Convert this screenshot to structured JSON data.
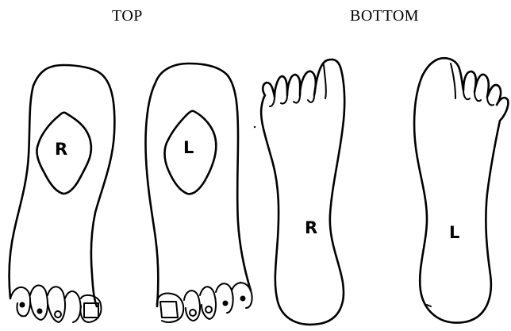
{
  "headings": {
    "top": "TOP",
    "bottom": "BOTTOM"
  },
  "feet": {
    "top_right": {
      "label": "R"
    },
    "top_left": {
      "label": "L"
    },
    "bottom_right": {
      "label": "R"
    },
    "bottom_left": {
      "label": "L"
    }
  },
  "colors": {
    "ink": "#000000",
    "paper": "#ffffff"
  }
}
